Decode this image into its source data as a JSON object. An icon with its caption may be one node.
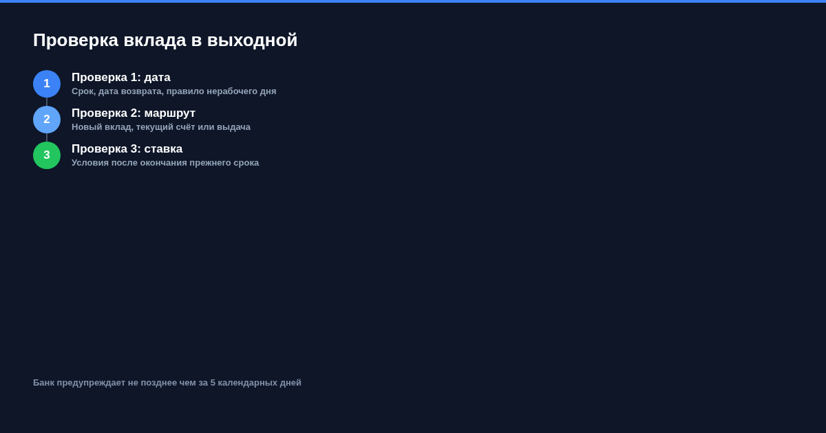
{
  "diagram": {
    "title": "Проверка вклада в выходной",
    "nodes": [
      {
        "text": [
          "1"
        ],
        "beside": [
          "Проверка 1: дата",
          "Срок, дата возврата, правило нерабочего дня"
        ]
      },
      {
        "text": [
          "2"
        ],
        "beside": [
          "Проверка 2: маршрут",
          "Новый вклад, текущий счёт или выдача"
        ]
      },
      {
        "text": [
          "3"
        ],
        "beside": [
          "Проверка 3: ставка",
          "Условия после окончания прежнего срока"
        ]
      }
    ],
    "edges": [
      {
        "from": 0,
        "to": 1,
        "arrow": "none"
      },
      {
        "from": 1,
        "to": 2,
        "arrow": "none"
      }
    ],
    "labels": [
      "Банк предупреждает не позднее чем за 5 календарных дней"
    ]
  }
}
